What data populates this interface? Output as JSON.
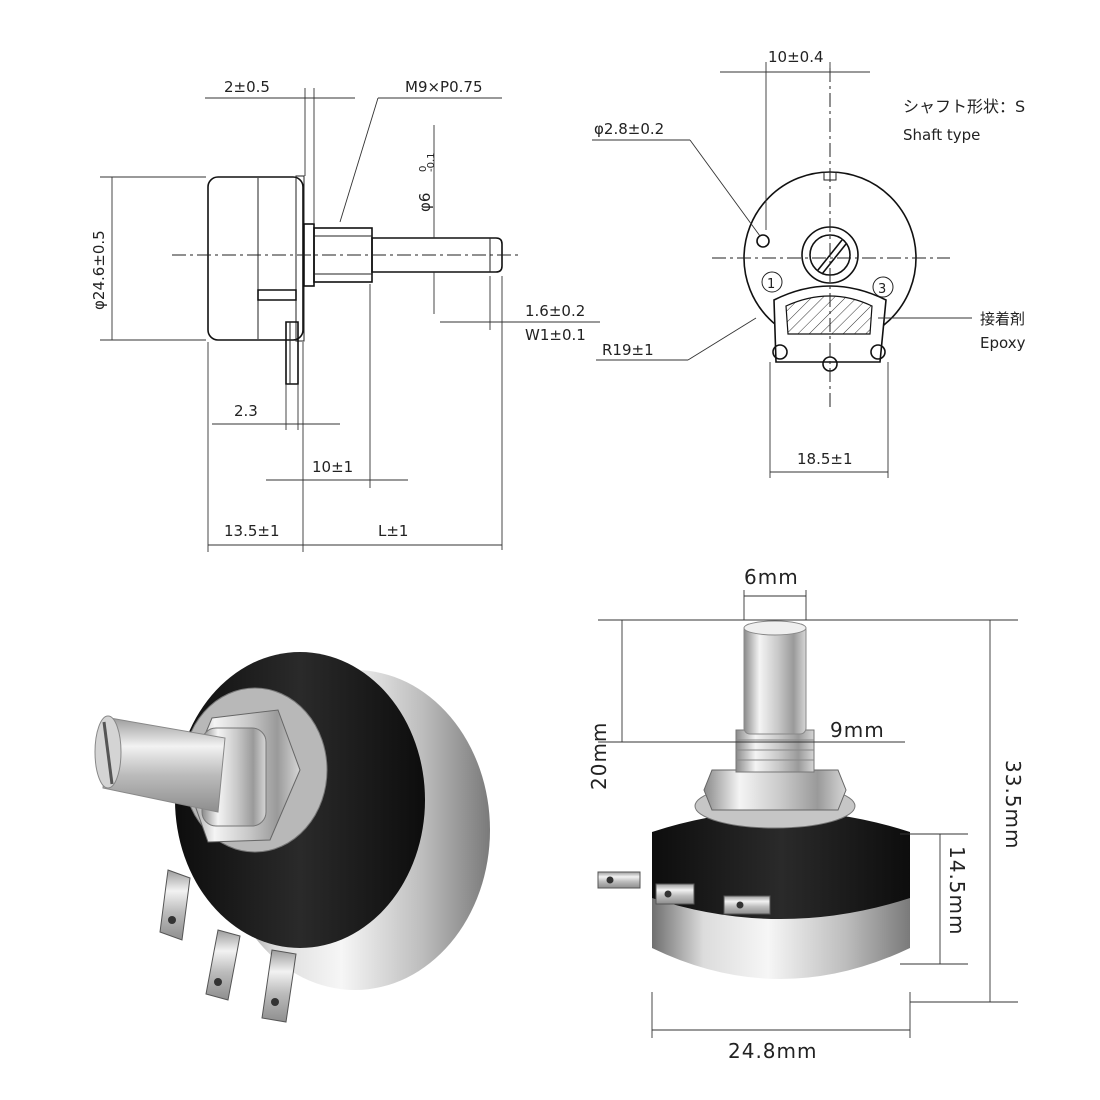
{
  "side_view": {
    "dim_flat_thickness": "2±0.5",
    "thread_label": "M9×P0.75",
    "body_diameter": "φ24.6±0.5",
    "shaft_diameter_base": "φ6",
    "shaft_diameter_tol": "-0.1",
    "shaft_diameter_tol_upper": "0",
    "slot_depth": "1.6±0.2",
    "slot_width": "W1±0.1",
    "terminal_offset": "2.3",
    "thread_length": "10±1",
    "body_length": "13.5±1",
    "shaft_length": "L±1"
  },
  "front_view": {
    "top_dim": "10±0.4",
    "shaft_type_jp": "シャフト形状：S",
    "shaft_type_en": "Shaft type",
    "pin_hole": "φ2.8±0.2",
    "terminal_1": "1",
    "terminal_3": "3",
    "adhesive_jp": "接着剤",
    "adhesive_en": "Epoxy",
    "radius": "R19±1",
    "terminal_span": "18.5±1"
  },
  "photo_dims": {
    "shaft_width": "6mm",
    "shaft_height": "20mm",
    "thread": "9mm",
    "total_height": "33.5mm",
    "body_height": "14.5mm",
    "body_width": "24.8mm"
  },
  "colors": {
    "ink": "#222222",
    "body_black": "#1a1a1a",
    "metal_light": "#e6e6e6",
    "metal_mid": "#b4b4b4",
    "metal_dark": "#7c7c7c"
  }
}
